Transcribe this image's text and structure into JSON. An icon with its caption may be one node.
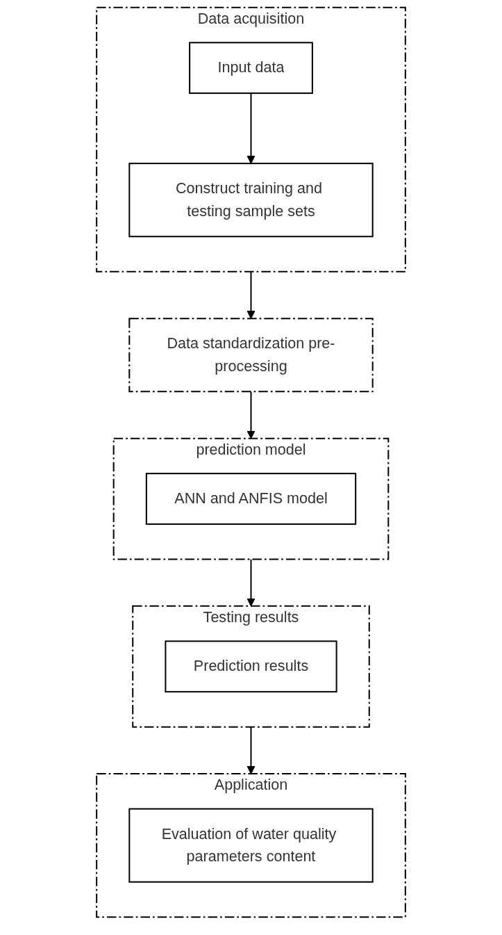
{
  "diagram": {
    "nodes": [
      {
        "text": [
          "Data acquisition"
        ]
      },
      {
        "text": [
          "Input data"
        ],
        "in": 0
      },
      {
        "text": [
          "Construct training and testing sample sets"
        ],
        "in": 0
      },
      {
        "text": [
          "Data standardization pre-processing"
        ]
      },
      {
        "text": [
          "prediction model"
        ]
      },
      {
        "text": [
          "ANN and ANFIS model"
        ],
        "in": 4
      },
      {
        "text": [
          "Testing results"
        ]
      },
      {
        "text": [
          "Prediction results"
        ],
        "in": 6
      },
      {
        "text": [
          "Application"
        ]
      },
      {
        "text": [
          "Evaluation of water quality parameters content"
        ],
        "in": 8
      }
    ],
    "edges": [
      {
        "from": 1,
        "to": 2,
        "arrow": "to"
      },
      {
        "from": 0,
        "to": 3,
        "arrow": "to"
      },
      {
        "from": 3,
        "to": 4,
        "arrow": "to"
      },
      {
        "from": 4,
        "to": 6,
        "arrow": "to"
      },
      {
        "from": 6,
        "to": 8,
        "arrow": "to"
      }
    ]
  }
}
